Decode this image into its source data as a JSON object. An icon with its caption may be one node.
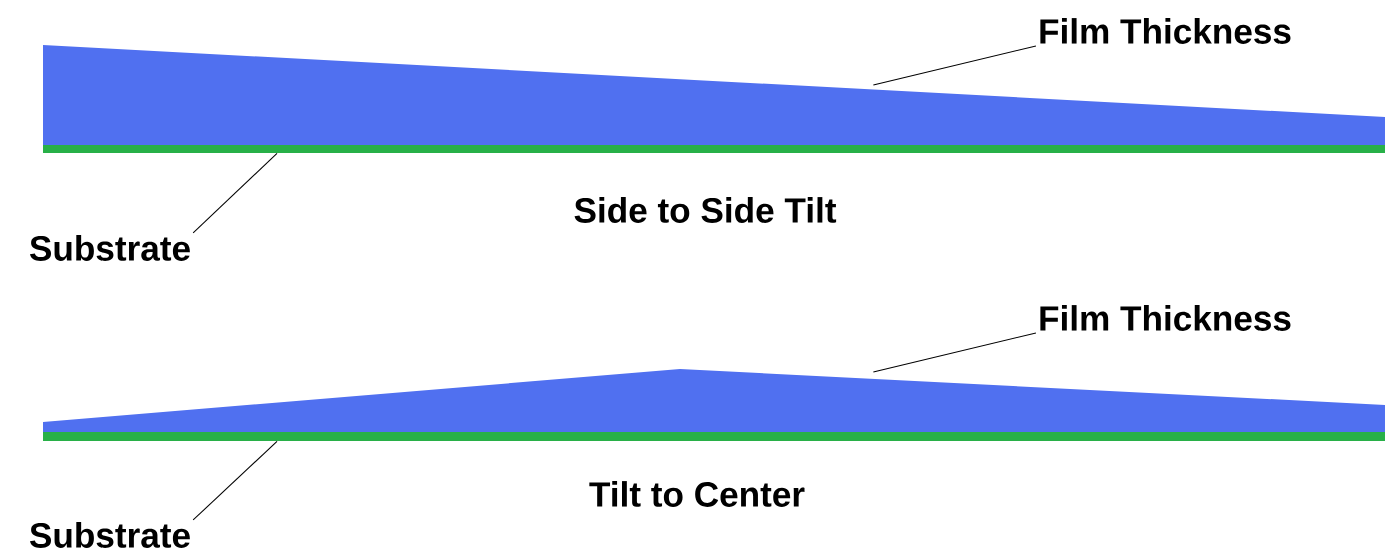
{
  "diagram": {
    "nodes": [
      {
        "text": [
          "Film Thickness"
        ]
      },
      {
        "text": [],
        "shape": "band"
      },
      {
        "text": [],
        "shape": "bar"
      },
      {
        "text": [
          "Substrate"
        ]
      },
      {
        "text": [
          "Film Thickness"
        ]
      },
      {
        "text": [],
        "shape": "band"
      },
      {
        "text": [],
        "shape": "bar"
      },
      {
        "text": [
          "Substrate"
        ]
      }
    ],
    "edges": [
      {
        "from": 0,
        "to": 1,
        "arrow": "none"
      },
      {
        "from": 3,
        "to": 2,
        "arrow": "none"
      },
      {
        "from": 4,
        "to": 5,
        "arrow": "none"
      },
      {
        "from": 7,
        "to": 6,
        "arrow": "none"
      }
    ],
    "labels": [
      "Side to Side Tilt",
      "Tilt to Center"
    ]
  }
}
